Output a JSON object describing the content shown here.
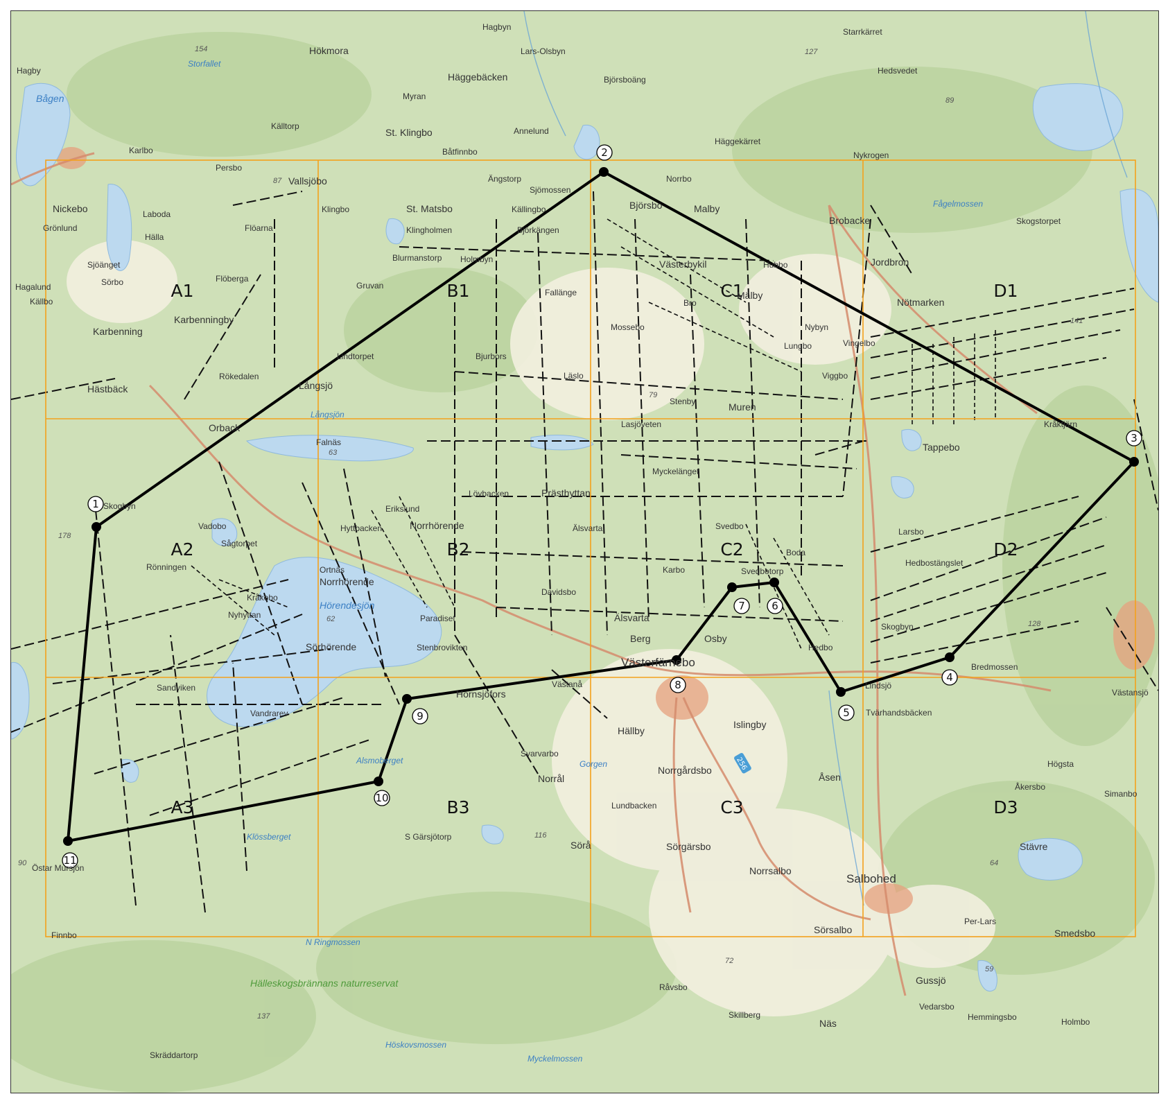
{
  "grid": {
    "cells": [
      "A1",
      "B1",
      "C1",
      "D1",
      "A2",
      "B2",
      "C2",
      "D2",
      "A3",
      "B3",
      "C3",
      "D3"
    ],
    "line_color": "#f4a11c"
  },
  "route": {
    "points": [
      "1",
      "2",
      "3",
      "4",
      "5",
      "6",
      "7",
      "8",
      "9",
      "10",
      "11"
    ],
    "line_color": "#000000"
  },
  "places": {
    "hagbyn": "Hagbyn",
    "starrkarret": "Starrkärret",
    "hokmora": "Hökmora",
    "lars_olsbyn": "Lars-Olsbyn",
    "hagby": "Hagby",
    "storfallet": "Storfallet",
    "baggebacken": "Häggebäcken",
    "hedsvedet": "Hedsvedet",
    "bagen": "Bågen",
    "myran": "Myran",
    "bjorsboang": "Björsboäng",
    "kalltorp": "Källtorp",
    "st_klingbo": "St. Klingbo",
    "annelund": "Annelund",
    "karlbo": "Karlbo",
    "batfinnbo": "Båtfinnbo",
    "haggekarret": "Häggekärret",
    "nykrogen": "Nykrogen",
    "persbo": "Persbo",
    "vallsjobo": "Vallsjöbo",
    "angstorp": "Ängstorp",
    "norrbo": "Norrbo",
    "sjomossen": "Sjömossen",
    "nickebo": "Nickebo",
    "laboda": "Laboda",
    "klingbo": "Klingbo",
    "st_matsbo": "St. Matsbo",
    "kallingbo": "Källingbo",
    "bjorsbo": "Björsbo",
    "malby_n": "Malby",
    "fagelmossen": "Fågelmossen",
    "gronlund": "Grönlund",
    "floarna": "Flöarna",
    "klingholmen": "Klingholmen",
    "bjorkangen": "Björkängen",
    "brobacke": "Brobacke",
    "skogstorpet": "Skogstorpet",
    "halla": "Hälla",
    "blurmanstorp": "Blurmanstorp",
    "holmbyn": "Holmbyn",
    "vasterbykil": "Västerbykil",
    "hubbo": "Hubbo",
    "jordbron": "Jordbron",
    "sjoanget": "Sjöänget",
    "floberga": "Flöberga",
    "sorbo": "Sörbo",
    "gruvan": "Gruvan",
    "fallange": "Fallänge",
    "malby": "Mälby",
    "notmarken": "Nötmarken",
    "hagalund": "Hagalund",
    "kallbo": "Källbo",
    "bro": "Bro",
    "karbenningby": "Karbenningby",
    "mossebo": "Mossebo",
    "nybyn": "Nybyn",
    "karbenning": "Karbenning",
    "vingelbo": "Vingelbo",
    "lungbo": "Lungbo",
    "lindtorpet": "Lindtorpet",
    "bjurbors": "Bjurbors",
    "rokedalen": "Rökedalen",
    "laslo": "Läslo",
    "viggbo": "Viggbo",
    "hastback": "Hästbäck",
    "langsjo": "Långsjö",
    "stenby": "Stenby",
    "muren": "Muren",
    "langsjon": "Långsjön",
    "orback": "Orback",
    "lasjoveten": "Lasjöveten",
    "kraktjarn": "Kråktjärn",
    "falnas": "Falnäs",
    "tappebo": "Tappebo",
    "myckelanget": "Myckelänget",
    "lovbacken": "Lövbacken",
    "prastbyttan": "Prästhyttan",
    "skogbyn_w": "Skogbyn",
    "erikslund": "Erikslund",
    "vadobo": "Vadobo",
    "norrhorende": "Norrhörende",
    "hyttbacken": "Hyttbacken",
    "alsvarta_n": "Älsvarta",
    "svedbo": "Svedbo",
    "larsbo": "Larsbo",
    "sagtorpet": "Sågtorpet",
    "boda": "Boda",
    "hedbostangslet": "Hedbostängslet",
    "ronningen": "Rönningen",
    "ortnas": "Ortnäs",
    "karbo": "Karbo",
    "svedbotorp": "Svedbotorp",
    "norrhorende_s": "Norrhörende",
    "davidsbo": "Davidsbo",
    "krakebo": "Kråkebo",
    "horendesjon": "Hörendesjön",
    "nyhyttan": "Nyhyttan",
    "paradiset": "Paradiset",
    "alsvarta": "Älsvarta",
    "skogbyn": "Skogbyn",
    "berg": "Berg",
    "osby": "Osby",
    "sorhorende": "Sörhörende",
    "stenbrovikten": "Stenbrovikten",
    "hedbo": "Hedbo",
    "vasterfarnebo": "Västerfärnebo",
    "bredmossen": "Bredmossen",
    "vastano": "Västanå",
    "lindsjo": "Lindsjö",
    "vastansjo": "Västansjö",
    "hornsjofors": "Hornsjöfors",
    "tvarhandsbacken": "Tvärhandsbäcken",
    "sandviken": "Sandviken",
    "vandrarev": "Vandrarev",
    "hallby": "Hällby",
    "islingby": "Islingby",
    "svarvarbo": "Svarvarbo",
    "alsmoberget": "Alsmoberget",
    "gorgen": "Gorgen",
    "hogsta": "Högsta",
    "norral": "Norrål",
    "norrgardsbo": "Norrgårdsbo",
    "asen": "Åsen",
    "akersbo": "Åkersbo",
    "simanbo": "Simanbo",
    "lundbacken": "Lundbacken",
    "klossberget": "Klössberget",
    "s_garsjotorp": "S Gärsjötorp",
    "sora": "Sörå",
    "sorgarsbo": "Sörgärsbo",
    "stavre": "Stävre",
    "ostar_mursjon": "Östar Mursjön",
    "norrsalbo": "Norrsalbo",
    "salbohed": "Salbohed",
    "per_lars": "Per-Lars",
    "sorsalbo": "Sörsalbo",
    "finnbo": "Finnbo",
    "smedsbo": "Smedsbo",
    "n_ringmossen": "N Ringmossen",
    "gussjo": "Gussjö",
    "halleskog": "Hälleskogsbrännans naturreservat",
    "vedarsbo": "Vedarsbo",
    "ravsbo": "Råvsbo",
    "skillberg": "Skillberg",
    "hemmingsbo": "Hemmingsbo",
    "holmbo": "Holmbo",
    "nas": "Näs",
    "hoskovsmossen": "Höskovsmossen",
    "skraddartorp": "Skräddartorp",
    "myckelmossen": "Myckelmossen"
  },
  "elevations": {
    "e154": "154",
    "e127": "127",
    "e89": "89",
    "e87": "87",
    "e141": "141",
    "e79": "79",
    "e178": "178",
    "e62": "62",
    "e63": "63",
    "e128": "128",
    "e116": "116",
    "e64": "64",
    "e90": "90",
    "e137": "137",
    "e72": "72",
    "e59": "59"
  },
  "road_numbers": {
    "r256": "256"
  },
  "colors": {
    "forest": "#c9dcb0",
    "forest_dark": "#b5cf99",
    "field": "#f3f0e2",
    "water": "#bcd9ef",
    "town": "#e8a47f",
    "road": "#d58b6c"
  }
}
